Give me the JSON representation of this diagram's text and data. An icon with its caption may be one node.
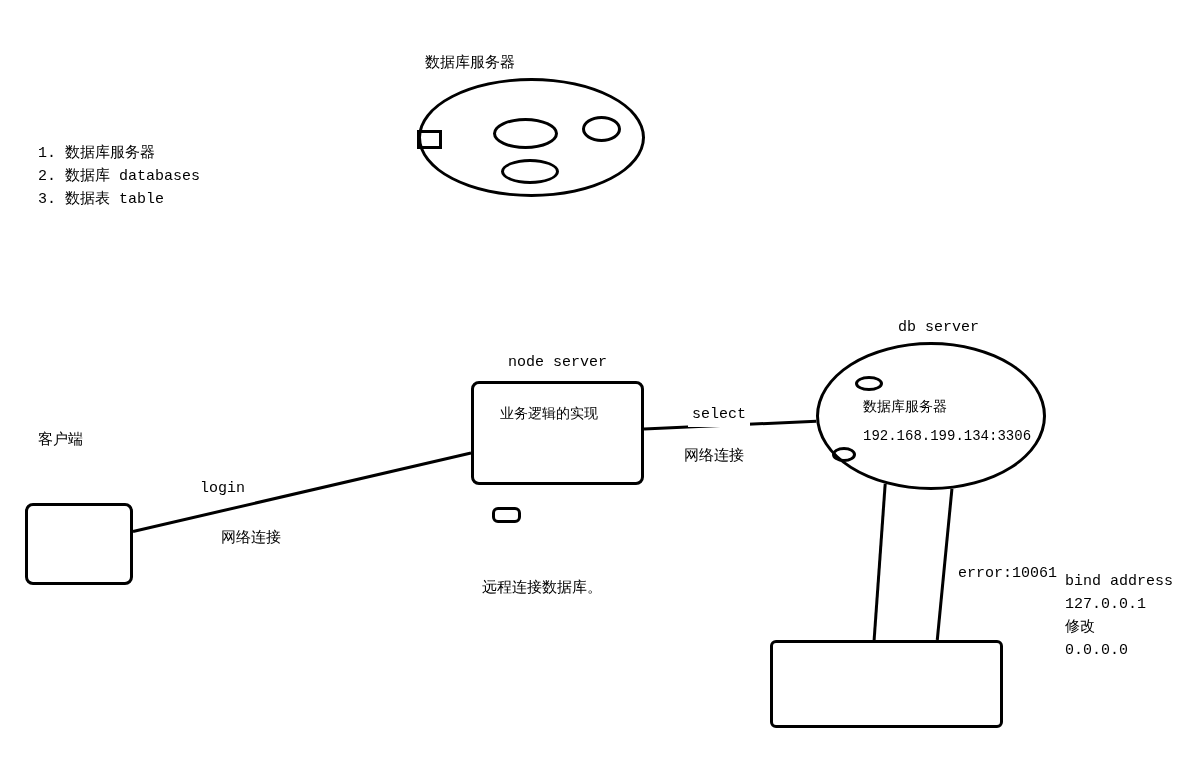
{
  "diagram": {
    "nodes": [
      {
        "text": [
          "数据库服务器"
        ]
      },
      {
        "text": [],
        "shape": "circle",
        "in": 0
      },
      {
        "text": [],
        "shape": "circle",
        "in": 0
      },
      {
        "text": [],
        "shape": "circle",
        "in": 0
      },
      {
        "text": [],
        "shape": "box",
        "in": 0
      },
      {
        "text": [
          "客户端"
        ]
      },
      {
        "text": [
          "node server",
          "业务逻辑的实现"
        ]
      },
      {
        "text": [],
        "shape": "box"
      },
      {
        "text": [
          "db server",
          "数据库服务器",
          "192.168.199.134:3306"
        ]
      },
      {
        "text": [],
        "shape": "circle",
        "in": 8
      },
      {
        "text": [],
        "shape": "circle",
        "in": 8
      },
      {
        "text": [],
        "shape": "box"
      }
    ],
    "edges": [
      {
        "from": 5,
        "to": 6,
        "arrow": "none",
        "label": "login"
      },
      {
        "from": 6,
        "to": 8,
        "arrow": "none",
        "label": "select"
      },
      {
        "from": 8,
        "to": 11,
        "arrow": "none"
      },
      {
        "from": 8,
        "to": 11,
        "arrow": "none",
        "label": "error:10061"
      }
    ],
    "labels": [
      "1. 数据库服务器",
      "2. 数据库 databases",
      "3. 数据表 table",
      "网络连接",
      "网络连接",
      "远程连接数据库。",
      "bind address",
      "127.0.0.1",
      "修改",
      "0.0.0.0"
    ]
  }
}
